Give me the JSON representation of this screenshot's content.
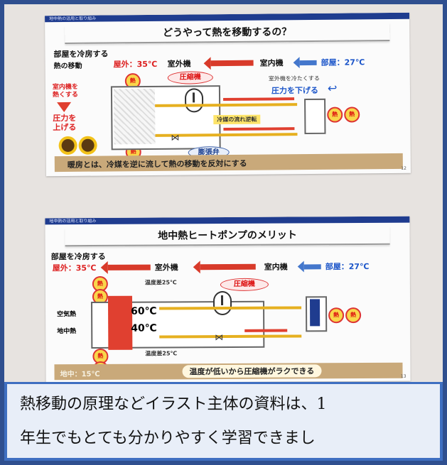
{
  "slide1": {
    "topbar_text": "地中熱の活用と取り組み",
    "title": "どうやって熱を移動するの？",
    "section": "部屋を冷房する",
    "heat_move_label": "熱の移動",
    "outdoor_temp": "屋外：35℃",
    "outdoor_unit": "室外機",
    "indoor_unit": "室内機",
    "room_temp": "部屋：27℃",
    "compressor_label": "圧縮機",
    "left_note1": "室内機を",
    "left_note2": "熱くする",
    "left_note3": "圧力を",
    "left_note4": "上げる",
    "right_note1": "室外機を冷たくする",
    "right_note2": "圧力を下げる",
    "refrigerant_label": "冷媒の流れ逆転",
    "expansion_label": "膨張弁",
    "heat_badge": "熱",
    "bottom_text": "暖房とは、冷媒を逆に流して熱の移動を反対にする",
    "page_number": "12"
  },
  "slide2": {
    "topbar_text": "地中熱の活用と取り組み",
    "title": "地中熱ヒートポンプのメリット",
    "section": "部屋を冷房する",
    "outdoor_temp": "屋外：35℃",
    "outdoor_unit": "室外機",
    "indoor_unit": "室内機",
    "room_temp": "部屋：27℃",
    "temp_diff_top": "温度差25℃",
    "temp_diff_bottom": "温度差25℃",
    "compressor_label": "圧縮機",
    "air_heat_label": "空気熱",
    "air_heat_value": "60℃",
    "ground_heat_label": "地中熱",
    "ground_heat_value": "40℃",
    "heat_badge": "熱",
    "ground_temp": "地中：15℃",
    "bottom_text": "温度が低いから圧縮機がラクできる",
    "page_number": "13"
  },
  "caption": {
    "line1": "熱移動の原理などイラスト主体の資料は、1",
    "line2": "年生でもとても分かりやすく学習できまし"
  }
}
